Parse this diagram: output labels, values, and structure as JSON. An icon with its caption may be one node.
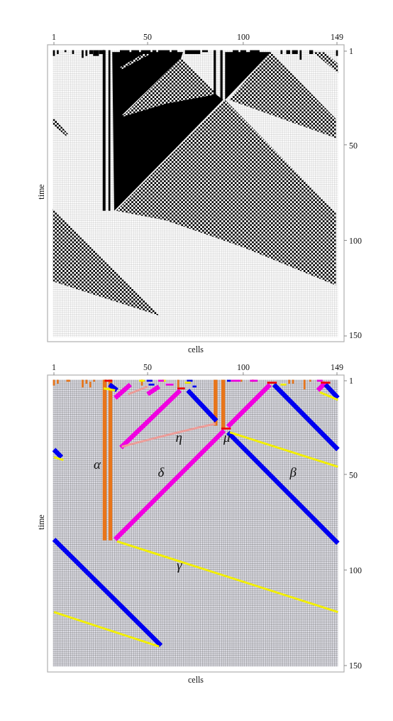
{
  "diagram": {
    "labels": [
      "1",
      "50",
      "100",
      "149",
      "1",
      "time",
      "50",
      "100",
      "150",
      "cells",
      "1",
      "50",
      "100",
      "149",
      "1",
      "η",
      "μ",
      "α",
      "δ",
      "50",
      "β",
      "time",
      "100",
      "γ",
      "150",
      "cells"
    ]
  }
}
